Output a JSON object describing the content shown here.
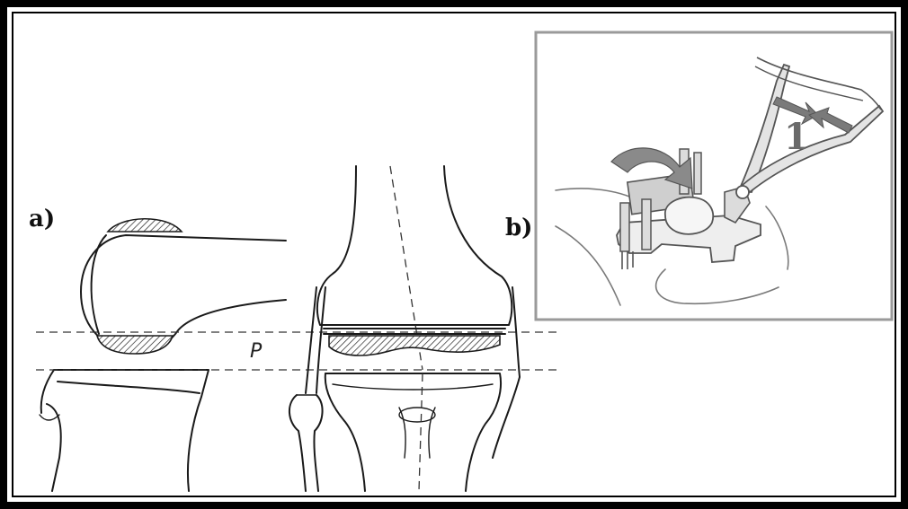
{
  "panel_a": {
    "label": "a)",
    "gap_label": "P"
  },
  "panel_b": {
    "label": "b)",
    "step_number": "1"
  },
  "colors": {
    "border": "#000000",
    "ink": "#1a1a1a",
    "instrument_gray": "#8c8c8c",
    "background": "#ffffff"
  }
}
